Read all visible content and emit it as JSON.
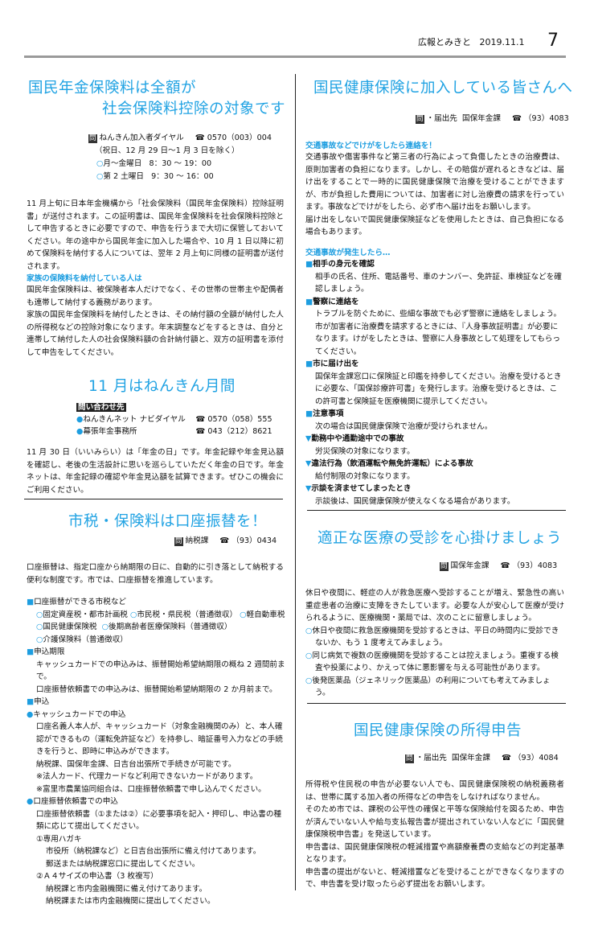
{
  "header": {
    "publication": "広報とみきと",
    "date": "2019.11.1",
    "page": "7"
  },
  "icons": {
    "inquiry": "問",
    "phone": "☎",
    "circle": "○",
    "square": "■",
    "dot": "●",
    "triangle": "▼"
  },
  "colors": {
    "accent": "#22a3e3",
    "rule": "#9a9a9a"
  },
  "pension": {
    "title_line1": "国民年金保険料は全額が",
    "title_line2": "社会保険料控除の対象です",
    "contact": {
      "name": "ねんきん加入者ダイヤル",
      "phone": "0570（003）004",
      "note": "（祝日、12 月 29 日～1 月 3 日を除く）",
      "hours": [
        {
          "label": "月～金曜日",
          "time": "8：30 ～ 19：00"
        },
        {
          "label": "第 2 土曜日",
          "time": "9：30 ～ 16：00"
        }
      ]
    },
    "body": "11 月上旬に日本年金機構から「社会保険料（国民年金保険料）控除証明書」が送付されます。この証明書は、国民年金保険料を社会保険料控除として申告するときに必要ですので、申告を行うまで大切に保管しておいてください。年の途中から国民年金に加入した場合や、10 月 1 日以降に初めて保険料を納付する人については、翌年 2 月上旬に同様の証明書が送付されます。",
    "family_heading": "家族の保険料を納付している人は",
    "family_body1": "国民年金保険料は、被保険者本人だけでなく、その世帯の世帯主や配偶者も連帯して納付する義務があります。",
    "family_body2": "家族の国民年金保険料を納付したときは、その納付額の全額が納付した人の所得税などの控除対象になります。年末調整などをするときは、自分と連帯して納付した人の社会保険料額の合計納付額と、双方の証明書を添付して申告をしてください。"
  },
  "month": {
    "title": "11 月はねんきん月間",
    "inquiry_label": "問い合わせ先",
    "contacts": [
      {
        "name": "ねんきんネット ナビダイヤル",
        "phone": "0570（058）555"
      },
      {
        "name": "幕張年金事務所",
        "phone": "043（212）8621"
      }
    ],
    "body": "11 月 30 日（いいみらい）は「年金の日」です。年金記録や年金見込額を確認し、老後の生活設計に思いを巡らしていただく年金の日です。年金ネットは、年金記録の確認や年金見込額を試算できます。ぜひこの機会にご利用ください。"
  },
  "transfer": {
    "title": "市税・保険料は口座振替を！",
    "contact": {
      "dept": "納税課",
      "phone": "（93）0434"
    },
    "intro": "口座振替は、指定口座から納期限の日に、自動的に引き落として納税する便利な制度です。市では、口座振替を推進しています。",
    "taxes_heading": "口座振替ができる市税など",
    "taxes": [
      "固定資産税・都市計画税",
      "市民税・県民税（普通徴収）",
      "軽自動車税",
      "国民健康保険税",
      "後期高齢者医療保険料（普通徴収）",
      "介護保険料（普通徴収）"
    ],
    "deadline_heading": "申込期限",
    "deadline": [
      "キャッシュカードでの申込みは、振替開始希望納期限の概ね 2 週間前まで。",
      "口座振替依頼書での申込みは、振替開始希望納期限の 2 か月前まで。"
    ],
    "apply_heading": "申込",
    "card_heading": "キャッシュカードでの申込",
    "card": [
      "口座名義人本人が、キャッシュカード（対象金融機関のみ）と、本人確認ができるもの（運転免許証など）を持参し、暗証番号入力などの手続きを行うと、即時に申込みができます。",
      "納税課、国保年金課、日吉台出張所で手続きが可能です。",
      "※法人カード、代理カードなど利用できないカードがあります。",
      "※富里市農業協同組合は、口座振替依頼書で申し込んでください。"
    ],
    "form_heading": "口座振替依頼書での申込",
    "form": "口座振替依頼書（①または②）に必要事項を記入・押印し、申込書の種類に応じて提出してください。",
    "opt1": "①専用ハガキ",
    "opt1_lines": [
      "市役所（納税課など）と日吉台出張所に備え付けてあります。",
      "郵送または納税課窓口に提出してください。"
    ],
    "opt2": "②Ａ４サイズの申込書（3 枚複写）",
    "opt2_lines": [
      "納税課と市内金融機関に備え付けてあります。",
      "納税課または市内金融機関に提出してください。"
    ]
  },
  "nhi": {
    "title": "国民健康保険に加入している皆さんへ",
    "contact": {
      "label": "・届出先",
      "dept": "国保年金課",
      "phone": "（93）4083"
    },
    "h1": "交通事故などでけがをしたら連絡を！",
    "p1": "交通事故や傷害事件など第三者の行為によって負傷したときの治療費は、原則加害者の負担になります。しかし、その賠償が遅れるときなどは、届け出をすることで一時的に国民健康保険で治療を受けることができますが、市が負担した費用については、加害者に対し治療費の請求を行っています。事故などでけがをしたら、必ず市へ届け出をお願いします。",
    "p2": "届け出をしないで国民健康保険証などを使用したときは、自己負担になる場合もあります。",
    "h2": "交通事故が発生したら…",
    "items": [
      {
        "head": "相手の身元を確認",
        "text": "相手の氏名、住所、電話番号、車のナンバー、免許証、車検証などを確認しましょう。"
      },
      {
        "head": "警察に連絡を",
        "text": "トラブルを防ぐために、些細な事故でも必ず警察に連絡をしましょう。市が加害者に治療費を請求するときには、『人身事故証明書』が必要になります。けがをしたときは、警察に人身事故として処理をしてもらってください。"
      },
      {
        "head": "市に届け出を",
        "text": "国保年金課窓口に保険証と印鑑を持参してください。治療を受けるときに必要な、「国保診療許可書」を発行します。治療を受けるときは、この許可書と保険証を医療機関に提示してください。"
      },
      {
        "head": "注意事項",
        "text": "次の場合は国民健康保険で治療が受けられません。"
      }
    ],
    "cases": [
      {
        "head": "勤務中や通勤途中での事故",
        "text": "労災保険の対象になります。"
      },
      {
        "head": "違法行為（飲酒運転や無免許運転）による事故",
        "text": "給付制限の対象になります。"
      },
      {
        "head": "示談を済ませてしまったとき",
        "text": "示談後は、国民健康保険が使えなくなる場合があります。"
      }
    ]
  },
  "care": {
    "title": "適正な医療の受診を心掛けましょう",
    "contact": {
      "dept": "国保年金課",
      "phone": "（93）4083"
    },
    "body": "休日や夜間に、軽症の人が救急医療へ受診することが増え、緊急性の高い重症患者の治療に支障をきたしています。必要な人が安心して医療が受けられるように、医療機関・薬局では、次のことに留意しましょう。",
    "points": [
      "休日や夜間に救急医療機関を受診するときは、平日の時間内に受診できないか、もう 1 度考えてみましょう。",
      "同じ病気で複数の医療機関を受診することは控えましょう。重複する検査や投薬により、かえって体に悪影響を与える可能性があります。",
      "後発医薬品（ジェネリック医薬品）の利用についても考えてみましょう。"
    ]
  },
  "income": {
    "title": "国民健康保険の所得申告",
    "contact": {
      "label": "・届出先",
      "dept": "国保年金課",
      "phone": "（93）4084"
    },
    "paras": [
      "所得税や住民税の申告が必要ない人でも、国民健康保険税の納税義務者は、世帯に属する加入者の所得などの申告をしなければなりません。",
      "そのため市では、課税の公平性の確保と平等な保険給付を図るため、申告が済んでいない人や給与支払報告書が提出されていない人などに「国民健康保険税申告書」を発送しています。",
      "申告書は、国民健康保険税の軽減措置や高額療養費の支給などの判定基準となります。",
      "申告書の提出がないと、軽減措置などを受けることができなくなりますので、申告書を受け取ったら必ず提出をお願いします。"
    ]
  }
}
